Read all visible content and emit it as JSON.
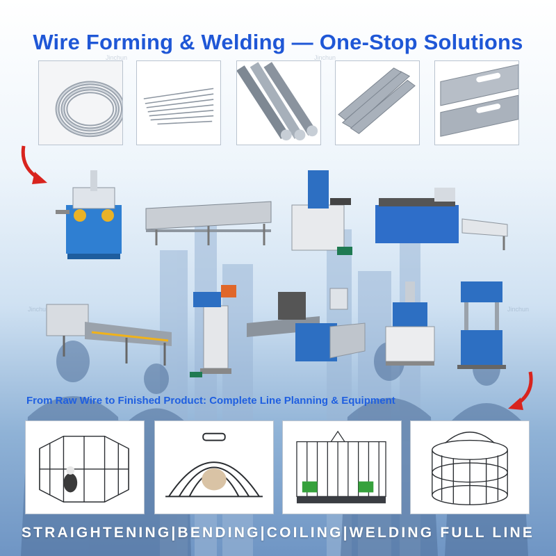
{
  "header": {
    "title": "Wire Forming & Welding — One-Stop Solutions"
  },
  "materials": [
    {
      "icon": "wire-coil-icon"
    },
    {
      "icon": "straight-wire-bundle-icon"
    },
    {
      "icon": "round-bar-icon"
    },
    {
      "icon": "flat-bar-icon"
    },
    {
      "icon": "slotted-strip-icon"
    }
  ],
  "machines": [
    "wire-forming-machine-icon",
    "straightening-cutting-machine-icon",
    "spot-welder-icon",
    "wire-straightening-line-icon",
    "mesh-welding-line-icon",
    "pedal-spot-welder-icon",
    "cnc-wire-bending-machine-icon",
    "hydraulic-press-icon",
    "four-column-press-icon"
  ],
  "middle": {
    "subtitle": "From Raw Wire to Finished Product: Complete Line Planning & Equipment"
  },
  "products": [
    {
      "icon": "dog-playpen-icon"
    },
    {
      "icon": "pet-carrier-icon"
    },
    {
      "icon": "bird-cage-icon"
    },
    {
      "icon": "round-cage-icon"
    }
  ],
  "watermark": {
    "text": "Jinchun"
  },
  "footer": {
    "text": "STRAIGHTENING|BENDING|COILING|WELDING FULL LINE"
  },
  "colors": {
    "title": "#1f57d6",
    "subtitle": "#1f5fe0",
    "arrow": "#d8241e",
    "footer": "#ffffff"
  }
}
